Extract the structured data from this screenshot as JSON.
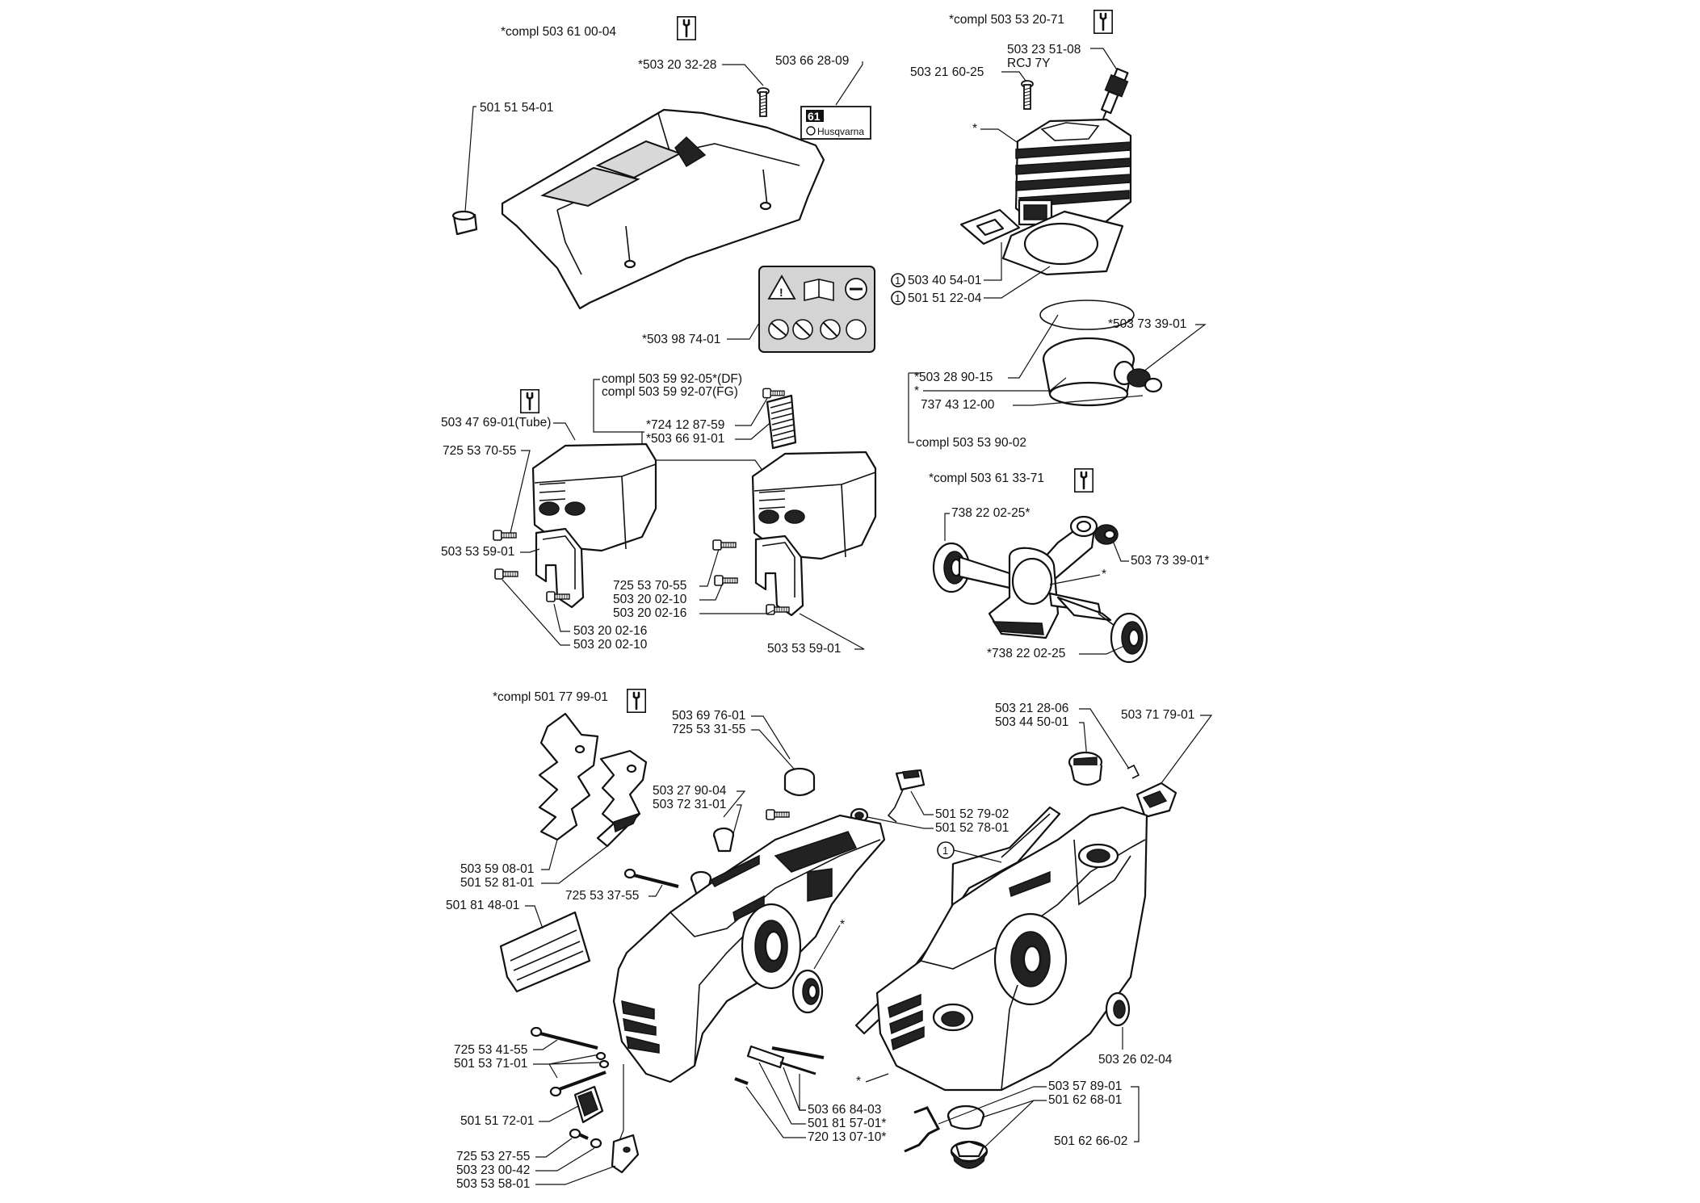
{
  "labels": {
    "compl_503_61_00_04": "*compl 503 61 00-04",
    "p503_20_32_28": "*503 20 32-28",
    "p503_66_28_09": "503 66 28-09",
    "p501_51_54_01": "501 51 54-01",
    "p503_98_74_01": "*503 98 74-01",
    "compl_503_53_20_71": "*compl 503 53 20-71",
    "p503_23_51_08": "503 23 51-08",
    "rcj_7y": "RCJ 7Y",
    "p503_21_60_25": "503 21 60-25",
    "star_cyl": "*",
    "p503_40_54_01": "503 40 54-01",
    "p501_51_22_04": "501 51 22-04",
    "p503_73_39_01_a": "*503 73 39-01",
    "p503_28_90_15": "*503 28 90-15",
    "star_piston": "*",
    "p737_43_12_00": "737 43 12-00",
    "compl_503_53_90_02": "compl 503 53 90-02",
    "compl_503_59_92_05": "compl 503 59 92-05*(DF)",
    "compl_503_59_92_07": "compl 503 59 92-07(FG)",
    "p724_12_87_59": "*724 12 87-59",
    "p503_66_91_01": "*503 66 91-01",
    "p503_47_69_01": "503 47 69-01(Tube)",
    "p725_53_70_55_a": "725 53 70-55",
    "p503_53_59_01_a": "503 53 59-01",
    "p503_20_02_16_a": "503 20 02-16",
    "p503_20_02_10_a": "503 20 02-10",
    "p725_53_70_55_b": "725 53 70-55",
    "p503_20_02_10_b": "503 20 02-10",
    "p503_20_02_16_b": "503 20 02-16",
    "p503_53_59_01_b": "503 53 59-01",
    "compl_503_61_33_71": "*compl 503 61 33-71",
    "p738_22_02_25_a": "738 22 02-25*",
    "p503_73_39_01_b": "503 73 39-01*",
    "star_crank": "*",
    "p738_22_02_25_b": "*738 22 02-25",
    "compl_501_77_99_01": "*compl 501 77 99-01",
    "p503_69_76_01": "503 69 76-01",
    "p725_53_31_55": "725 53 31-55",
    "p503_27_90_04": "503 27 90-04",
    "p503_72_31_01": "503 72 31-01",
    "p501_52_79_02": "501 52 79-02",
    "p501_52_78_01": "501 52 78-01",
    "p503_59_08_01": "503 59 08-01",
    "p501_52_81_01": "501 52 81-01",
    "p725_53_37_55": "725 53 37-55",
    "p501_81_48_01": "501 81 48-01",
    "star_crankcase": "*",
    "p725_53_41_55": "725 53 41-55",
    "p501_53_71_01": "501 53 71-01",
    "p501_51_72_01": "501 51 72-01",
    "p725_53_27_55": "725 53 27-55",
    "p503_23_00_42": "503 23 00-42",
    "p503_53_58_01": "503 53 58-01",
    "p503_66_84_03": "503 66 84-03",
    "p501_81_57_01": "501 81 57-01*",
    "p720_13_07_10": "720 13 07-10*",
    "p503_21_28_06": "503 21 28-06",
    "p503_44_50_01": "503 44 50-01",
    "p503_71_79_01": "503 71 79-01",
    "circle_1": "1",
    "p503_26_02_04": "503 26 02-04",
    "star_case_r": "*",
    "p503_57_89_01": "503 57 89-01",
    "p501_62_68_01": "501 62 68-01",
    "p501_62_66_02": "501 62 66-02"
  },
  "decal": {
    "model": "61",
    "brand": "Husqvarna"
  },
  "icons": {
    "tool": "wrench-icon",
    "warning": "warning-icon",
    "manual": "manual-book-icon",
    "protection": "hearing-protection-icon"
  }
}
